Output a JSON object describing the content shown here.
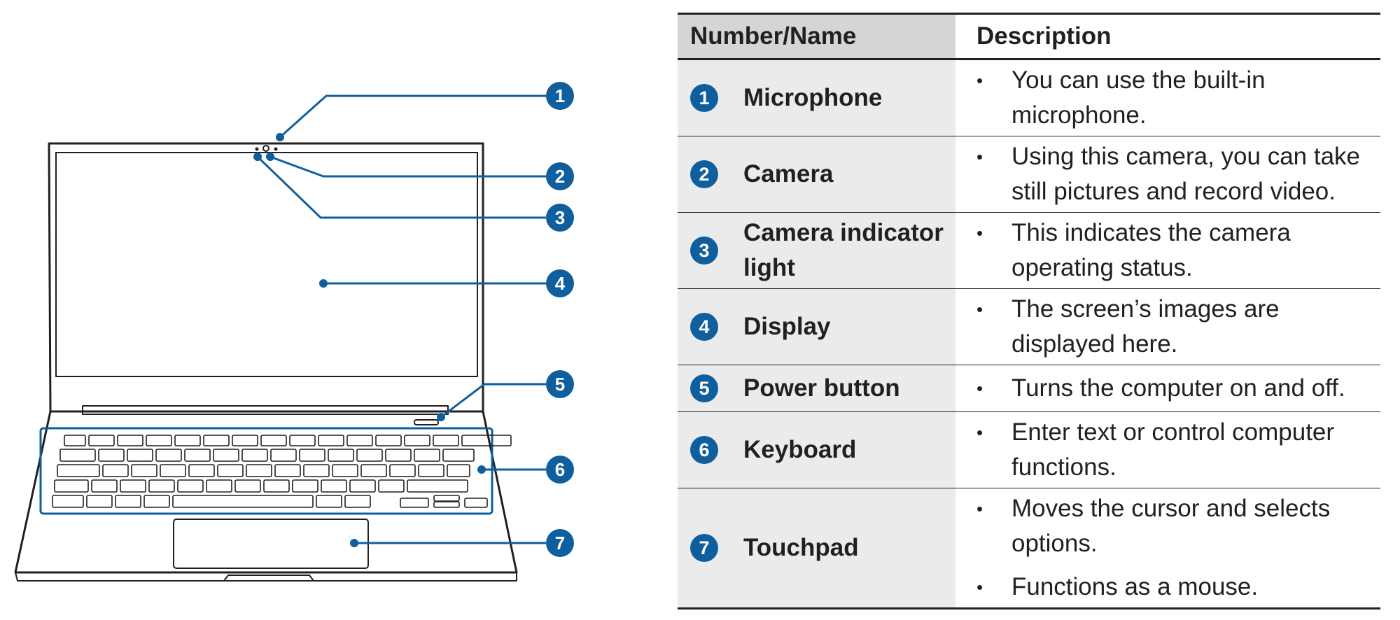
{
  "table": {
    "header": {
      "col_name": "Number/Name",
      "col_desc": "Description"
    },
    "rows": [
      {
        "num": "1",
        "name": "Microphone",
        "desc": [
          "You can use the built-in microphone."
        ]
      },
      {
        "num": "2",
        "name": "Camera",
        "desc": [
          "Using this camera, you can take still pictures and record video."
        ]
      },
      {
        "num": "3",
        "name": "Camera indicator light",
        "desc": [
          "This indicates the camera operating status."
        ]
      },
      {
        "num": "4",
        "name": "Display",
        "desc": [
          "The screen’s images are displayed here."
        ]
      },
      {
        "num": "5",
        "name": "Power button",
        "desc": [
          "Turns the computer on and off."
        ]
      },
      {
        "num": "6",
        "name": "Keyboard",
        "desc": [
          "Enter text or control computer functions."
        ]
      },
      {
        "num": "7",
        "name": "Touchpad",
        "desc": [
          "Moves the cursor and selects options.",
          "Functions as a mouse."
        ]
      }
    ]
  },
  "figure": {
    "callouts": [
      "1",
      "2",
      "3",
      "4",
      "5",
      "6",
      "7"
    ]
  },
  "colors": {
    "accent": "#0f5f9f",
    "header_bg": "#d5d5d5",
    "name_bg": "#ebebeb",
    "line": "#231f20"
  }
}
